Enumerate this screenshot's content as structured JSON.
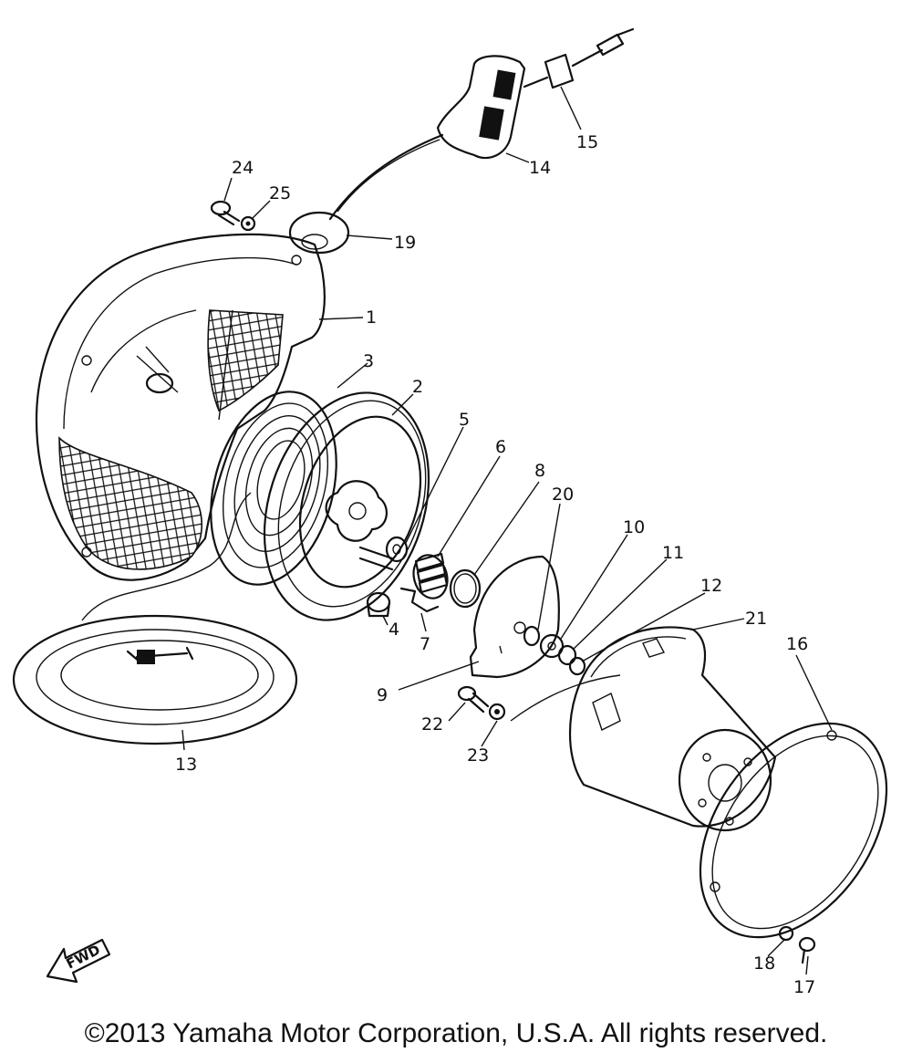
{
  "diagram": {
    "parts": [
      {
        "id": "1",
        "label": "1"
      },
      {
        "id": "2",
        "label": "2"
      },
      {
        "id": "3",
        "label": "3"
      },
      {
        "id": "4",
        "label": "4"
      },
      {
        "id": "5",
        "label": "5"
      },
      {
        "id": "6",
        "label": "6"
      },
      {
        "id": "7",
        "label": "7"
      },
      {
        "id": "8",
        "label": "8"
      },
      {
        "id": "9",
        "label": "9"
      },
      {
        "id": "10",
        "label": "10"
      },
      {
        "id": "11",
        "label": "11"
      },
      {
        "id": "12",
        "label": "12"
      },
      {
        "id": "13",
        "label": "13"
      },
      {
        "id": "14",
        "label": "14"
      },
      {
        "id": "15",
        "label": "15"
      },
      {
        "id": "16",
        "label": "16"
      },
      {
        "id": "17",
        "label": "17"
      },
      {
        "id": "18",
        "label": "18"
      },
      {
        "id": "19",
        "label": "19"
      },
      {
        "id": "20",
        "label": "20"
      },
      {
        "id": "21",
        "label": "21"
      },
      {
        "id": "22",
        "label": "22"
      },
      {
        "id": "23",
        "label": "23"
      },
      {
        "id": "24",
        "label": "24"
      },
      {
        "id": "25",
        "label": "25"
      }
    ],
    "direction_label": "FWD"
  },
  "footer": {
    "copyright": "©2013 Yamaha Motor Corporation, U.S.A. All rights reserved."
  }
}
